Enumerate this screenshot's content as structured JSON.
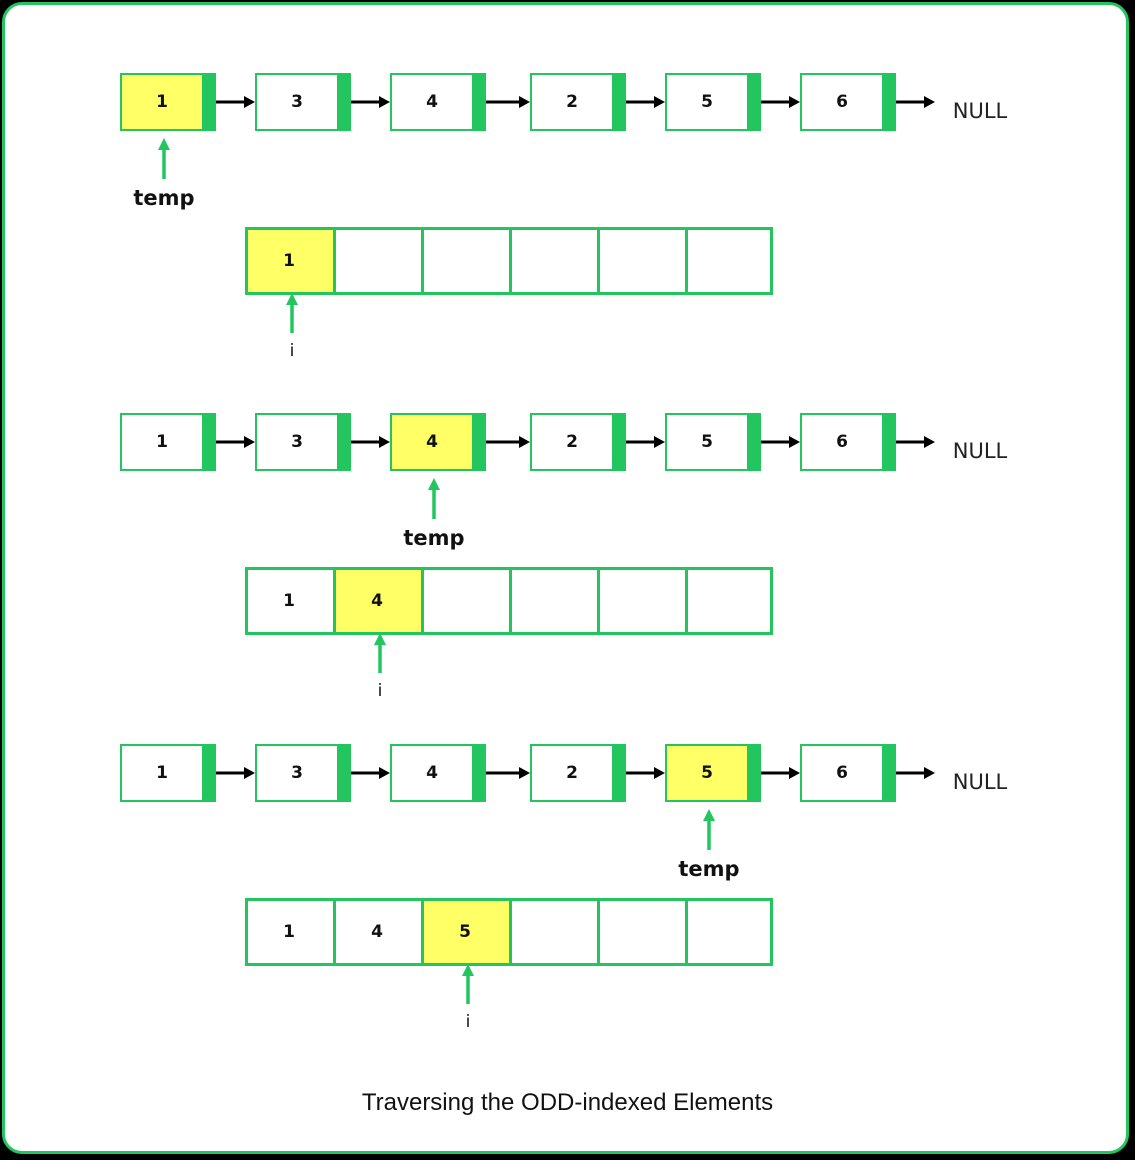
{
  "caption": "Traversing the ODD-indexed Elements",
  "null_label": "NULL",
  "pointer_labels": {
    "list": "temp",
    "array": "i"
  },
  "colors": {
    "border": "#22c55e",
    "highlight": "#ffff66",
    "text": "#111111"
  },
  "steps": [
    {
      "list": [
        "1",
        "3",
        "4",
        "2",
        "5",
        "6"
      ],
      "list_highlight": 0,
      "array": [
        "1",
        "",
        "",
        "",
        "",
        ""
      ],
      "array_highlight": 0
    },
    {
      "list": [
        "1",
        "3",
        "4",
        "2",
        "5",
        "6"
      ],
      "list_highlight": 2,
      "array": [
        "1",
        "4",
        "",
        "",
        "",
        ""
      ],
      "array_highlight": 1
    },
    {
      "list": [
        "1",
        "3",
        "4",
        "2",
        "5",
        "6"
      ],
      "list_highlight": 4,
      "array": [
        "1",
        "4",
        "5",
        "",
        "",
        ""
      ],
      "array_highlight": 2
    }
  ]
}
